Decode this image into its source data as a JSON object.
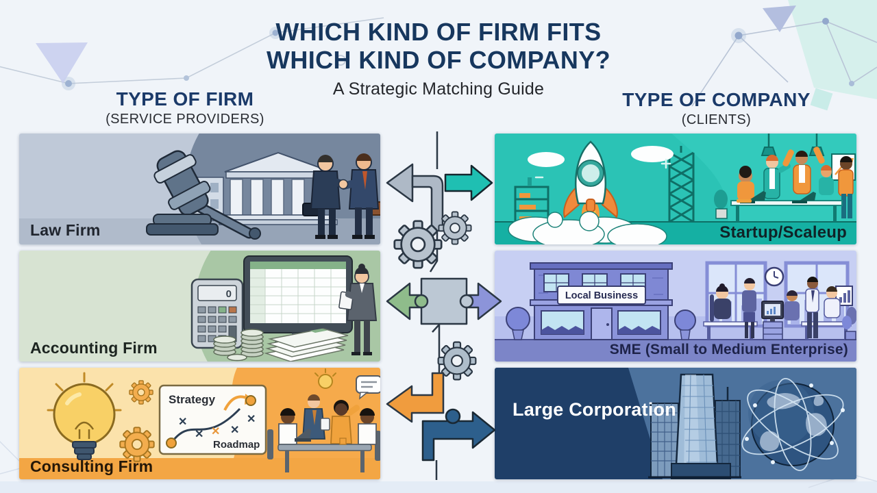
{
  "title": {
    "line1": "WHICH KIND OF FIRM FITS",
    "line2": "WHICH KIND OF COMPANY?",
    "subtitle": "A Strategic Matching Guide"
  },
  "columns": {
    "firms": {
      "heading": "TYPE OF FIRM",
      "subheading": "(SERVICE PROVIDERS)"
    },
    "companies": {
      "heading": "TYPE OF COMPANY",
      "subheading": "(CLIENTS)"
    }
  },
  "firms": [
    {
      "id": "law-firm",
      "label": "Law Firm"
    },
    {
      "id": "accounting-firm",
      "label": "Accounting Firm",
      "calculator_display": "0"
    },
    {
      "id": "consulting-firm",
      "label": "Consulting Firm",
      "whiteboard": {
        "top_label": "Strategy",
        "bottom_label": "Roadmap"
      }
    }
  ],
  "companies": [
    {
      "id": "startup-scaleup",
      "label": "Startup/Scaleup"
    },
    {
      "id": "sme",
      "label": "SME (Small to Medium Enterprise)",
      "storefront_sign": "Local Business"
    },
    {
      "id": "large-corporation",
      "label": "Large Corporation"
    }
  ],
  "connectors": [
    {
      "row": 1,
      "firm": "Law Firm",
      "company": "Startup/Scaleup",
      "motif": "split-arrows-with-gears",
      "left_arrow_color": "#aeb9c6",
      "right_arrow_color": "#1fbfb2"
    },
    {
      "row": 2,
      "firm": "Accounting Firm",
      "company": "SME (Small to Medium Enterprise)",
      "motif": "puzzle-piece-arrows",
      "left_arrow_color": "#8fbc8b",
      "right_arrow_color": "#8c94d9"
    },
    {
      "row": 3,
      "firm": "Consulting Firm",
      "company": "Large Corporation",
      "motif": "interlocking-arrows",
      "left_arrow_color": "#f09c3e",
      "right_arrow_color": "#2d5f8c"
    }
  ],
  "colors": {
    "title_navy": "#17375e",
    "law_card_bg": "#bfc9d8",
    "accounting_card_bg": "#d7e3d2",
    "consulting_card_bg": "#fbe2ab",
    "consulting_accent": "#f6aa4b",
    "startup_card_bg": "#2bc3b5",
    "sme_card_bg": "#c7cff3",
    "sme_band": "#7c85c8",
    "corp_card_bg": "#1f3f68",
    "arrow_teal": "#1fbfb2",
    "arrow_gray": "#aeb9c6",
    "arrow_green": "#8fbc8b",
    "arrow_purple": "#8c94d9",
    "arrow_orange": "#f09c3e",
    "arrow_blue": "#2d5f8c"
  }
}
